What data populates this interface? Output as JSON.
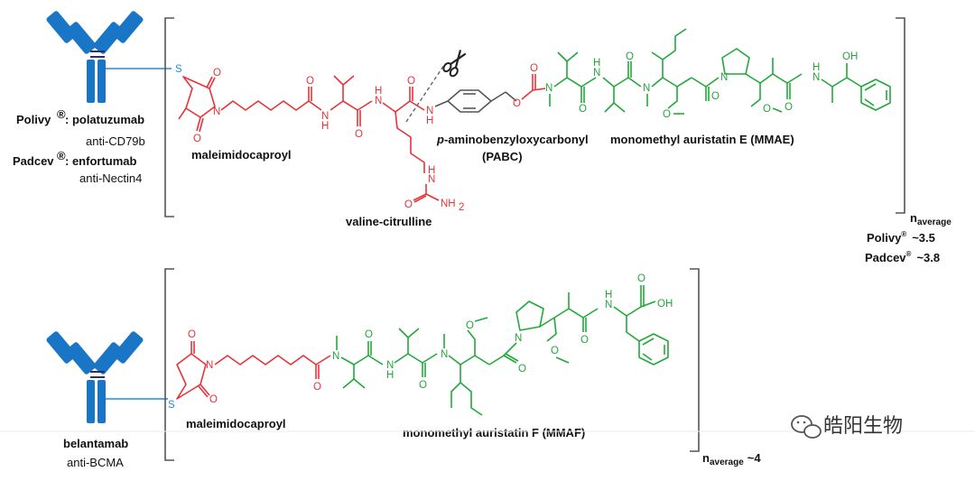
{
  "top": {
    "drug1_brand": "Polivy",
    "drug1_name": ": polatuzumab",
    "drug1_target": "anti-CD79b",
    "drug2_brand": "Padcev",
    "drug2_name": ": enfortumab",
    "drug2_target": "anti-Nectin4",
    "linker1_label": "maleimidocaproyl",
    "linker2_label": "valine-citrulline",
    "spacer_label_italic": "p",
    "spacer_label_rest": "-aminobenzyloxycarbonyl",
    "spacer_abbrev": "(PABC)",
    "payload_label": "monomethyl auristatin E (MMAE)",
    "n_symbol": "n",
    "n_sub": "average",
    "dar1_brand": "Polivy",
    "dar1_value": "~3.5",
    "dar2_brand": "Padcev",
    "dar2_value": "~3.8"
  },
  "bottom": {
    "antibody_name": "belantamab",
    "antibody_target": "anti-BCMA",
    "linker_label": "maleimidocaproyl",
    "payload_label": "monomethyl auristatin F (MMAF)",
    "n_symbol": "n",
    "n_sub": "average",
    "dar_value": "~4"
  },
  "registered_mark": "®",
  "atoms": {
    "S": "S",
    "O": "O",
    "N": "N",
    "H": "H",
    "NH2": "NH",
    "two": "2",
    "OH": "OH"
  },
  "watermark": "皓阳生物",
  "colors": {
    "linker_red": "#e8333a",
    "payload_green": "#22a83a",
    "antibody_blue": "#1976c6",
    "sulfur_blue": "#1e8fd8"
  },
  "icons": [
    "antibody-icon",
    "scissors-icon",
    "wechat-icon"
  ]
}
